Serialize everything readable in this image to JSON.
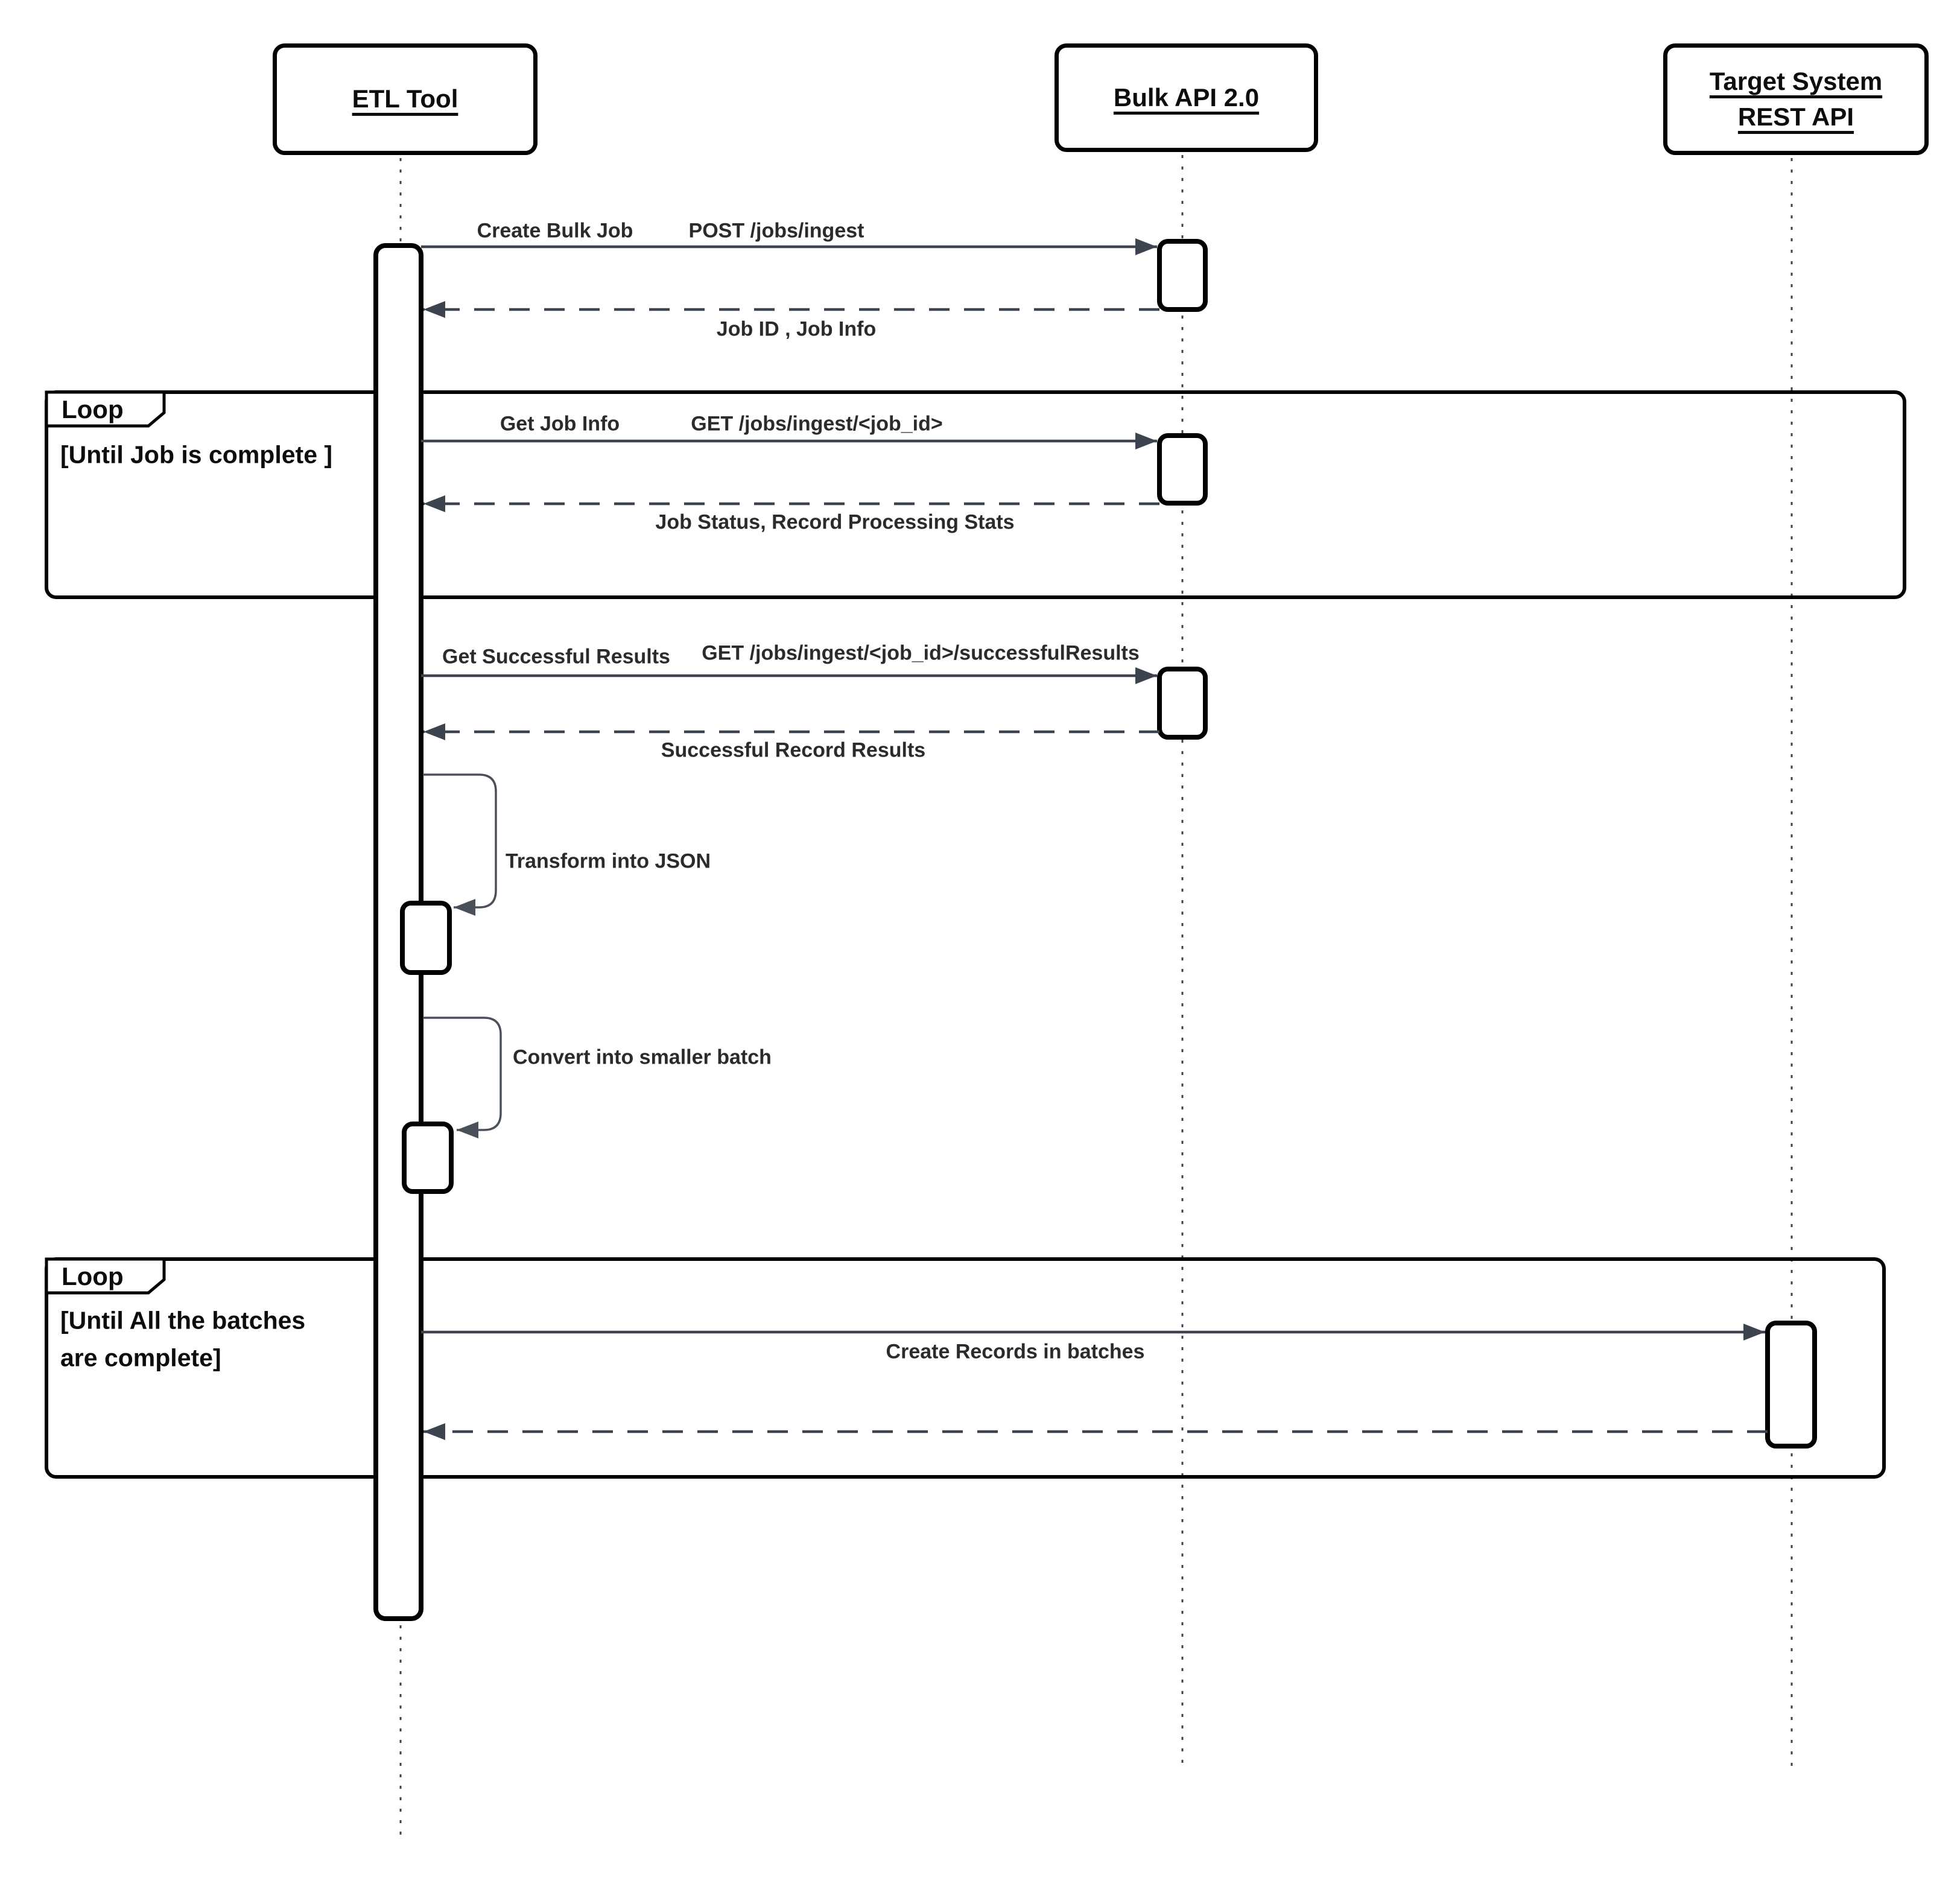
{
  "diagram": {
    "title": "Bulk API 2.0 ETL sequence diagram",
    "colors": {
      "background": "#ffffff",
      "frame": "#000000",
      "arrow": "#3d434f",
      "self_call": "#4a5058",
      "text": "#2b2b2b",
      "actor_text": "#0d0d0d"
    }
  },
  "actors": [
    {
      "id": "etl-tool",
      "lines": [
        "ETL Tool"
      ]
    },
    {
      "id": "bulk-api",
      "lines": [
        "Bulk API 2.0"
      ]
    },
    {
      "id": "target-system",
      "lines": [
        "Target System",
        "REST API"
      ]
    }
  ],
  "loops": [
    {
      "label": "Loop",
      "condition_lines": [
        "[Until Job is complete ]"
      ]
    },
    {
      "label": "Loop",
      "condition_lines": [
        "[Until All the batches",
        "are complete]"
      ]
    }
  ],
  "messages": {
    "create_bulk_job": "Create Bulk Job",
    "post_jobs_ingest": "POST /jobs/ingest",
    "job_id_job_info": "Job ID , Job Info",
    "get_job_info": "Get Job Info",
    "get_jobs_ingest_job_id": "GET /jobs/ingest/<job_id>",
    "job_status_stats": "Job Status, Record Processing Stats",
    "get_successful_results": "Get Successful Results",
    "get_successful_results_url": "GET /jobs/ingest/<job_id>/successfulResults",
    "successful_record_results": "Successful Record Results",
    "transform_into_json": "Transform into JSON",
    "convert_into_smaller_batch": "Convert into smaller batch",
    "create_records_in_batches": "Create Records in batches"
  }
}
